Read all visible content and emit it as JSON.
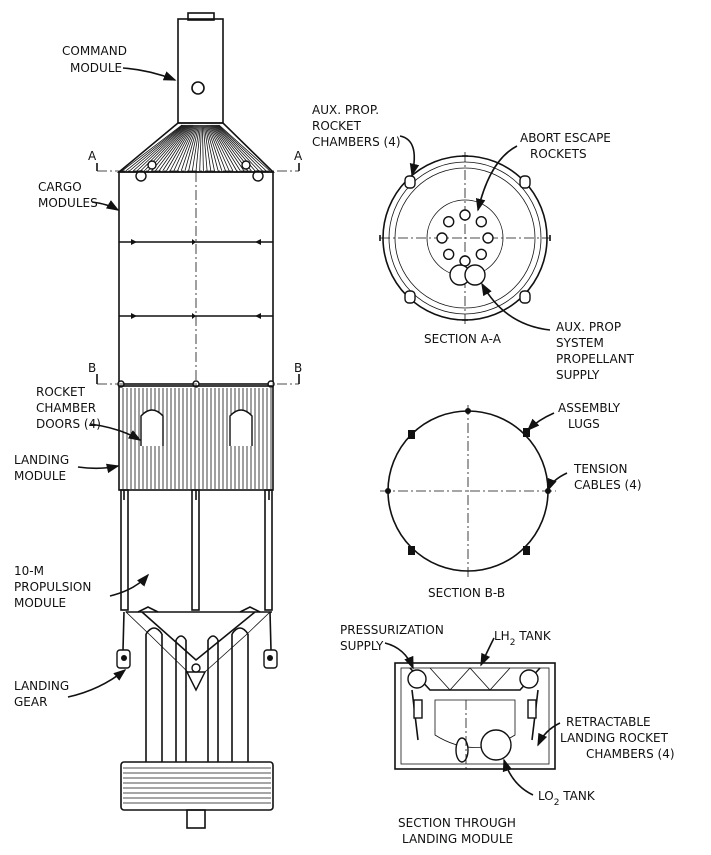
{
  "diagram": {
    "labels": {
      "command_module": [
        "COMMAND",
        "MODULE"
      ],
      "section_mark_a": "A",
      "section_mark_b": "B",
      "cargo_modules": [
        "CARGO",
        "MODULES"
      ],
      "rocket_chamber_doors": [
        "ROCKET",
        "CHAMBER",
        "DOORS (4)"
      ],
      "landing_module": [
        "LANDING",
        "MODULE"
      ],
      "propulsion_module": [
        "10-M",
        "PROPULSION",
        "MODULE"
      ],
      "landing_gear": [
        "LANDING",
        "GEAR"
      ],
      "aux_prop_rocket_chambers": [
        "AUX. PROP.",
        "ROCKET",
        "CHAMBERS (4)"
      ],
      "abort_escape_rockets": [
        "ABORT ESCAPE",
        "ROCKETS"
      ],
      "section_a_a": "SECTION A-A",
      "aux_prop_system_supply": [
        "AUX. PROP",
        "SYSTEM",
        "PROPELLANT",
        "SUPPLY"
      ],
      "assembly_lugs": [
        "ASSEMBLY",
        "LUGS"
      ],
      "tension_cables": [
        "TENSION",
        "CABLES (4)"
      ],
      "section_b_b": "SECTION B-B",
      "pressurization_supply": [
        "PRESSURIZATION",
        "SUPPLY"
      ],
      "lh2_tank": {
        "main": "LH",
        "sub": "2",
        "rest": " TANK"
      },
      "retractable_chambers": [
        "RETRACTABLE",
        "LANDING ROCKET",
        "CHAMBERS (4)"
      ],
      "lo2_tank": {
        "main": "LO",
        "sub": "2",
        "rest": " TANK"
      },
      "section_landing": [
        "SECTION THROUGH",
        "LANDING MODULE"
      ]
    }
  }
}
